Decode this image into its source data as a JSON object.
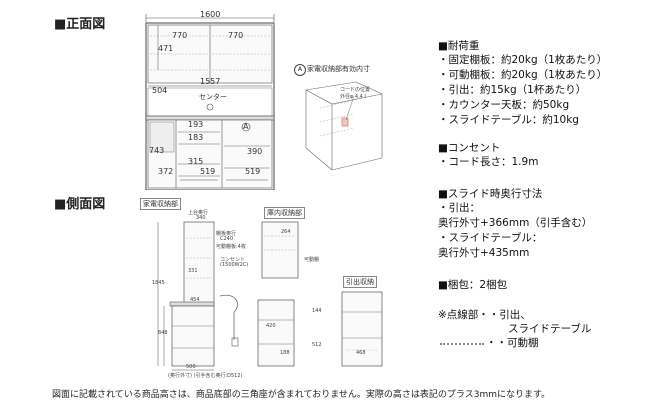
{
  "sections": {
    "front": "■正面図",
    "side": "■側面図"
  },
  "front_view": {
    "width": "1600",
    "upper_left": "770",
    "upper_right": "770",
    "height_upper": "471",
    "inner_width": "1557",
    "counter_h": "504",
    "center_label": "センター",
    "d193": "193",
    "d183": "183",
    "d315": "315",
    "d390": "390",
    "d372": "372",
    "d743": "743",
    "d519a": "519",
    "d519b": "519",
    "circleA": "A"
  },
  "detail": {
    "title": "家電収納部有効内寸",
    "circleA": "A",
    "cord": "コードの位置",
    "cord2": "外径φ 4.4 Ⅰ"
  },
  "side_view": {
    "kaden": "家電収納部",
    "kogata": "庫内収納部",
    "hikidashi": "引出収納",
    "top_label": "上台奥行",
    "d340": "340",
    "d331": "331",
    "consent": "コンセント",
    "consent_h": "(1500W2C)",
    "d1845": "1845",
    "d848": "848",
    "d454": "454",
    "d500": "500",
    "d512": "512",
    "d420": "420",
    "d188": "188",
    "d264": "264",
    "d144": "144",
    "d468": "468",
    "bottom_note": "(奥行外寸)  (引手含む奥行:D512)",
    "kabu": "可動棚",
    "text_tana": "棚板奥行",
    "text_c240": "C240",
    "text_ca": "可動棚板:4枚"
  },
  "specs": {
    "load_title": "■耐荷重",
    "load": [
      "・固定棚板：約20kg（1枚あたり）",
      "・可動棚板：約20kg（1枚あたり）",
      "・引出：約15kg（1杯あたり）",
      "・カウンター天板：約50kg",
      "・スライドテーブル：約10kg"
    ],
    "outlet_title": "■コンセント",
    "outlet": "・コード長さ：1.9m",
    "slide_title": "■スライド時奥行寸法",
    "slide": [
      "・引出：",
      "奥行外寸+366mm（引手含む）",
      "・スライドテーブル：",
      "奥行外寸+435mm"
    ],
    "pack": "■梱包：2梱包",
    "legend_dot_text": "※点線部・・引出、",
    "legend_dot_text2": "スライドテーブル",
    "legend_dash_text": "・・可動棚"
  },
  "footer": "図面に記載されている商品高さは、商品底部の三角座が含まれておりません。実際の高さは表記のプラス3mmになります。"
}
